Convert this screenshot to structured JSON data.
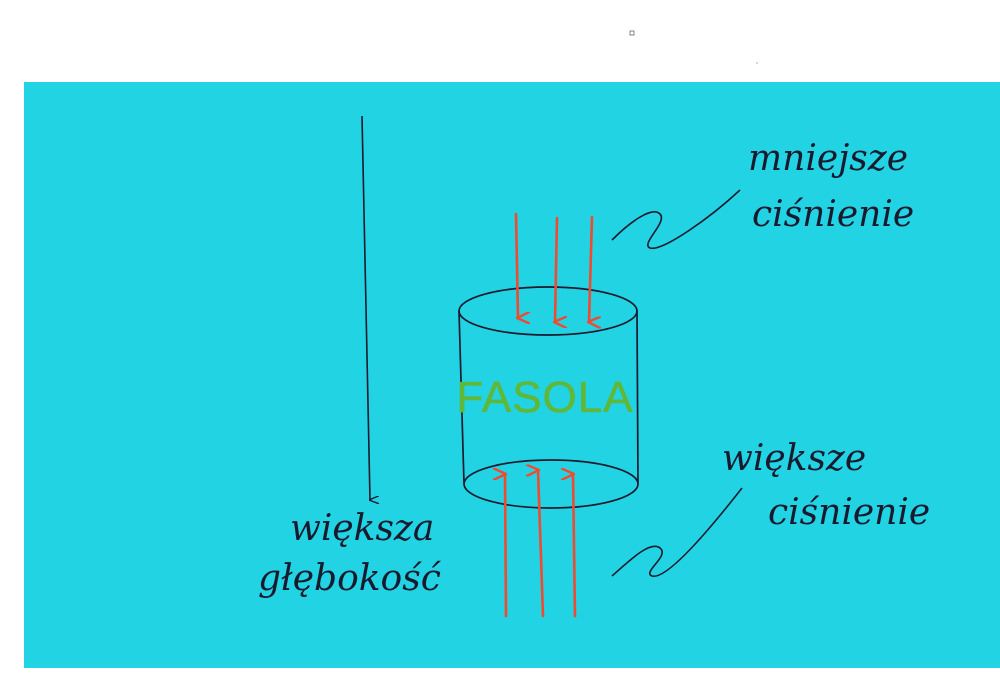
{
  "colors": {
    "canvas_background": "#ffffff",
    "water": "#22d3e4",
    "ink": "#1a1a2e",
    "arrow": "#f04a2f",
    "object_label": "#5fb83a"
  },
  "object": {
    "label": "FASOLA"
  },
  "top_annotation": {
    "line1": "mniejsze",
    "line2": "ciśnienie"
  },
  "bottom_annotation": {
    "line1": "większe",
    "line2": "ciśnienie"
  },
  "depth_annotation": {
    "line1": "większa",
    "line2": "głębokość"
  },
  "arrows": {
    "top_count": 3,
    "bottom_count": 3
  }
}
